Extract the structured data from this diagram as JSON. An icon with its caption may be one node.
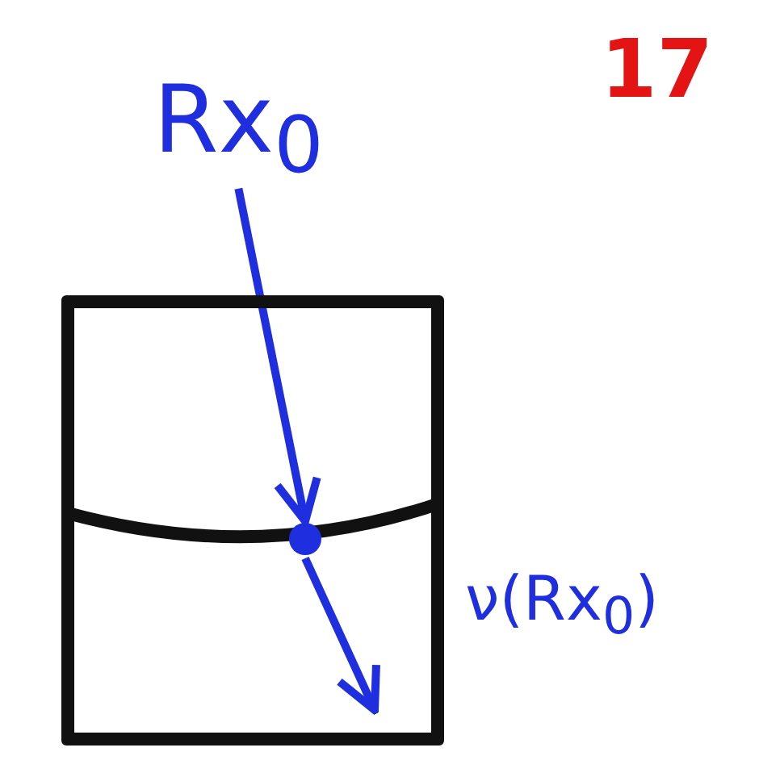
{
  "diagram": {
    "nodes": [
      {
        "text": [
          "Rx$_{0}$"
        ]
      },
      {
        "text": [],
        "shape": "box"
      },
      {
        "text": [],
        "shape": "circle",
        "in": 1
      }
    ],
    "edges": [
      {
        "from": 0,
        "to": 2,
        "arrow": "to"
      },
      {
        "from": 2,
        "to": null,
        "arrow": "to",
        "label": "ν(Rx$_{0}$)"
      }
    ],
    "labels": [
      "17"
    ]
  }
}
